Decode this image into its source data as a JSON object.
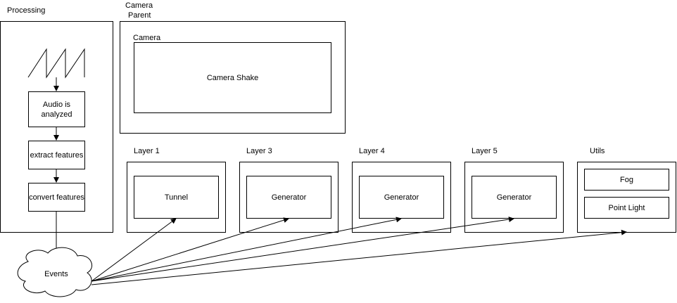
{
  "processing": {
    "title": "Processing",
    "steps": [
      "Audio is analyzed",
      "extract features",
      "convert features"
    ]
  },
  "camera_parent": {
    "title_line1": "Camera",
    "title_line2": "Parent",
    "camera_label": "Camera",
    "camera_shake": "Camera Shake"
  },
  "layers": [
    {
      "title": "Layer 1",
      "content": "Tunnel"
    },
    {
      "title": "Layer 3",
      "content": "Generator"
    },
    {
      "title": "Layer 4",
      "content": "Generator"
    },
    {
      "title": "Layer 5",
      "content": "Generator"
    }
  ],
  "utils": {
    "title": "Utils",
    "items": [
      "Fog",
      "Point Light"
    ]
  },
  "events": {
    "label": "Events"
  },
  "icons": {
    "waveform": "sawtooth-waveform-icon"
  }
}
